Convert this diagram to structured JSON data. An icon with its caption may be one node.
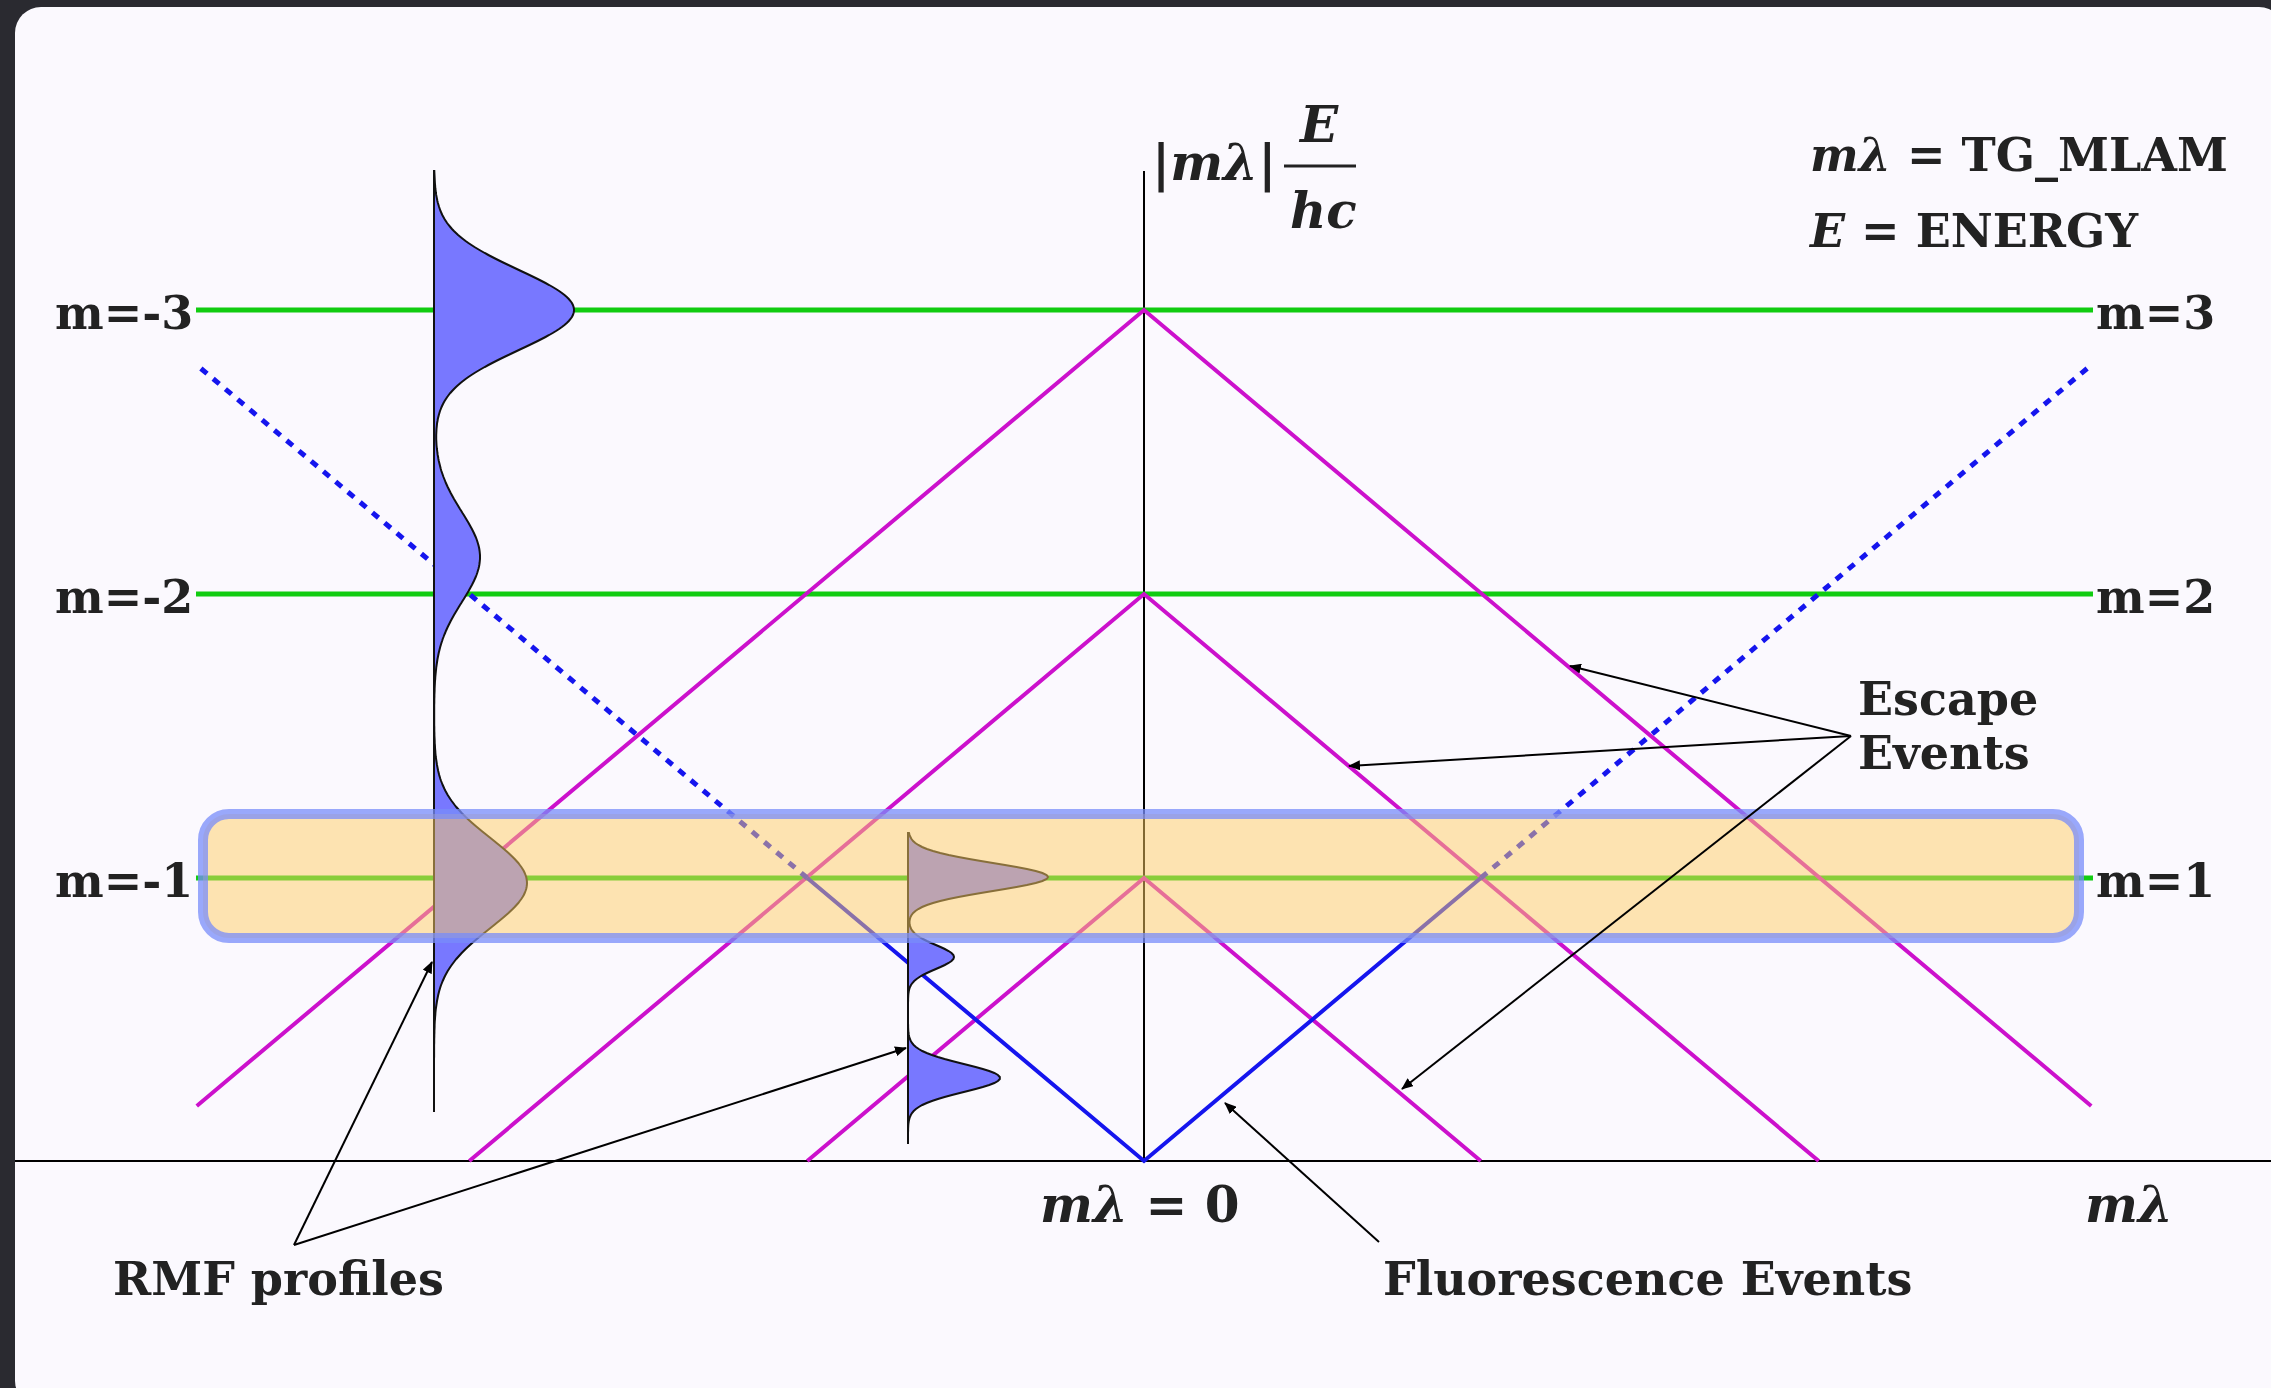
{
  "diagram": {
    "nodes": [
      {
        "text": [
          "RMF profiles"
        ]
      },
      {
        "text": [],
        "shape": "curve"
      },
      {
        "text": [],
        "shape": "curve"
      },
      {
        "text": [
          "Escape Events"
        ]
      },
      {
        "text": [
          "Fluorescence Events"
        ]
      }
    ],
    "edges": [
      {
        "from": 0,
        "to": 1,
        "arrow": "to"
      },
      {
        "from": 0,
        "to": 2,
        "arrow": "to"
      },
      {
        "from": 3,
        "to": null,
        "arrow": "to"
      },
      {
        "from": 3,
        "to": null,
        "arrow": "to"
      },
      {
        "from": 3,
        "to": null,
        "arrow": "to"
      },
      {
        "from": 4,
        "to": null,
        "arrow": "to"
      }
    ],
    "labels": [
      "|*mλ*|",
      "*E*",
      "*hc*",
      "*mλ* = TG_MLAM",
      "*E* = ENERGY",
      "m=-3",
      "m=3",
      "m=-2",
      "m=2",
      "m=-1",
      "m=1",
      "*mλ* = 0",
      "*mλ*"
    ]
  }
}
